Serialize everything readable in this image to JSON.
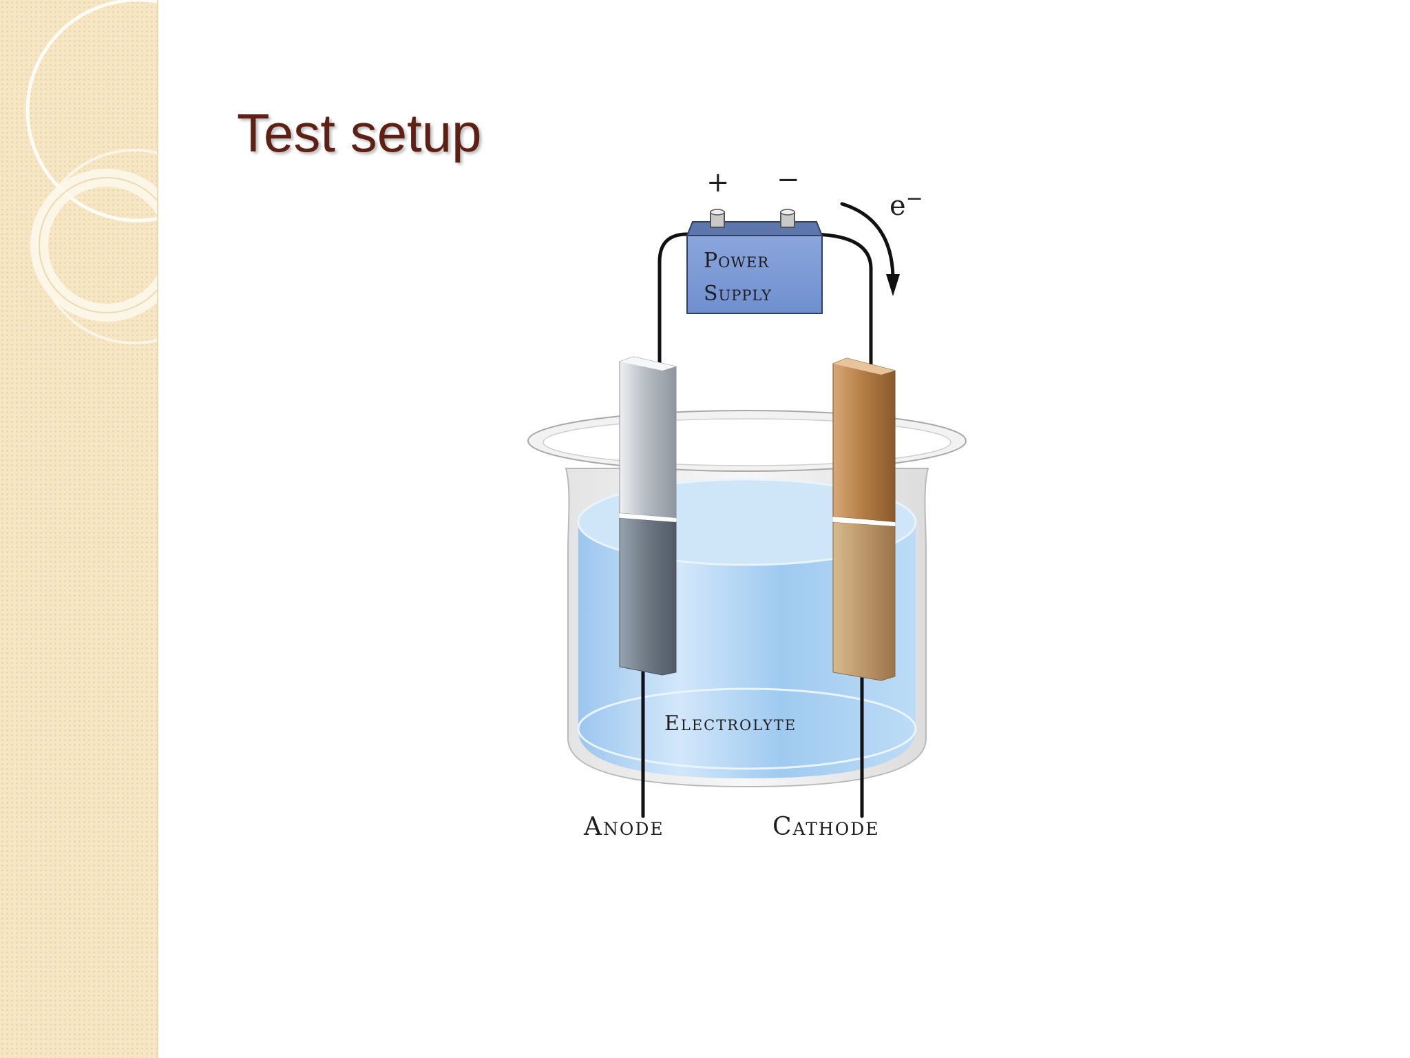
{
  "slide": {
    "title": "Test setup"
  },
  "diagram": {
    "plus_sign": "+",
    "minus_sign": "−",
    "electron_label": "e",
    "electron_charge": "−",
    "power_supply": {
      "line1": "Power",
      "line2": "Supply"
    },
    "electrolyte_label": "Electrolyte",
    "anode_label": "Anode",
    "cathode_label": "Cathode"
  },
  "colors": {
    "title": "#5e1f14",
    "side_panel": "#f6e6c4",
    "power_supply_fill": "#7d9bd6",
    "anode_metal": "#9aa3ab",
    "cathode_metal": "#b27c44",
    "electrolyte": "#a9cff2"
  }
}
